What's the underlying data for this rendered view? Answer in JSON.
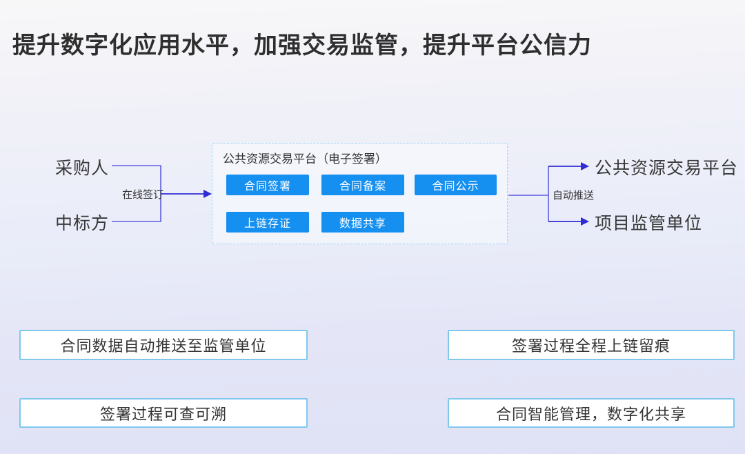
{
  "title": "提升数字化应用水平，加强交易监管，提升平台公信力",
  "flow": {
    "left_nodes": [
      "采购人",
      "中标方"
    ],
    "left_edge_label": "在线签订",
    "platform": {
      "title": "公共资源交易平台（电子签署）",
      "buttons": [
        "合同签署",
        "合同备案",
        "合同公示",
        "上链存证",
        "数据共享"
      ]
    },
    "right_edge_label": "自动推送",
    "right_nodes": [
      "公共资源交易平台",
      "项目监管单位"
    ]
  },
  "feature_boxes": [
    "合同数据自动推送至监管单位",
    "签署过程全程上链留痕",
    "签署过程可查可溯",
    "合同智能管理，数字化共享"
  ],
  "colors": {
    "button_blue": "#1590f0",
    "line_purple": "#5e5be0",
    "arrow_blue": "#2f2cd6",
    "panel_border": "#9cd3ef",
    "feature_border": "#7fc8ec",
    "title_text": "#2e2e2e",
    "background_top": "#f8f7f8",
    "background_bottom": "#dfe1f6"
  }
}
